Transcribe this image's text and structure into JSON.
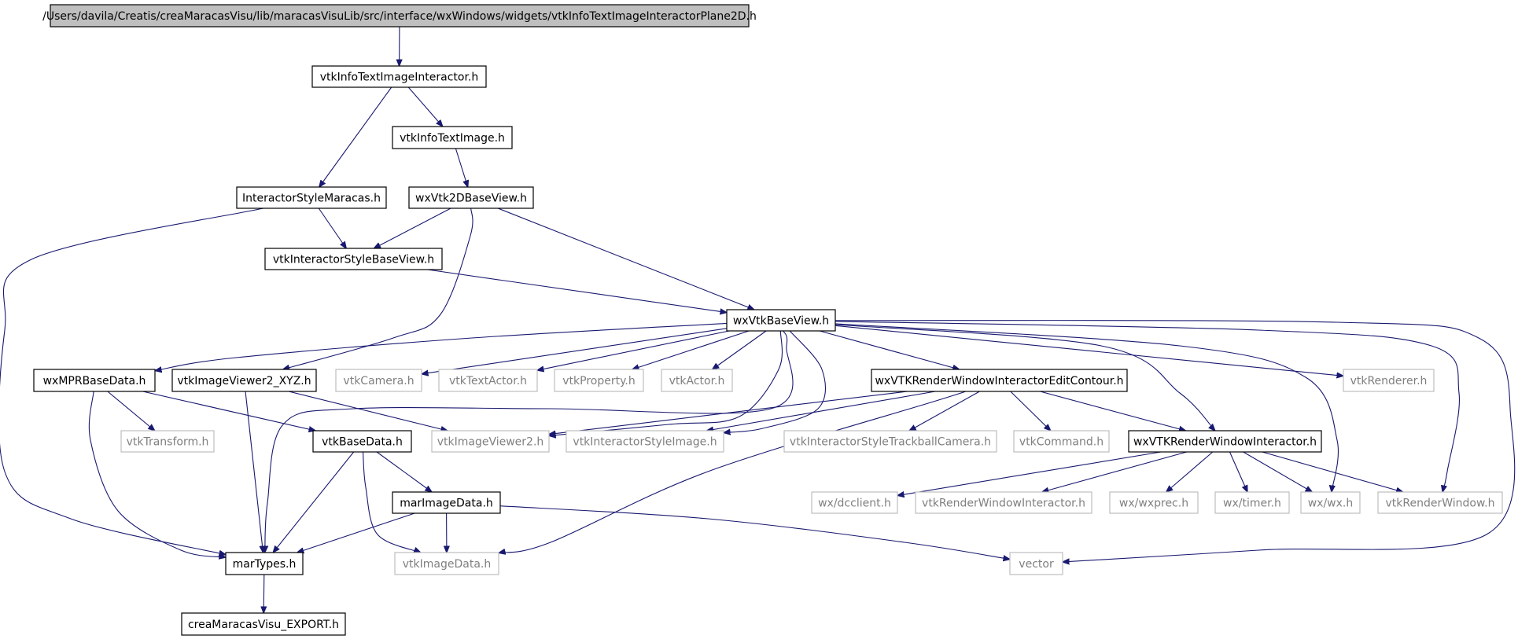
{
  "nodes": [
    {
      "id": "root",
      "label": "/Users/davila/Creatis/creaMaracasVisu/lib/maracasVisuLib/src/interface/wxWindows/widgets/vtkInfoTextImageInteractorPlane2D.h",
      "kind": "root"
    },
    {
      "id": "vtkInfoTextImageInteractor",
      "label": "vtkInfoTextImageInteractor.h",
      "kind": "documented"
    },
    {
      "id": "vtkInfoTextImage",
      "label": "vtkInfoTextImage.h",
      "kind": "documented"
    },
    {
      "id": "InteractorStyleMaracas",
      "label": "InteractorStyleMaracas.h",
      "kind": "documented"
    },
    {
      "id": "wxVtk2DBaseView",
      "label": "wxVtk2DBaseView.h",
      "kind": "documented"
    },
    {
      "id": "vtkInteractorStyleBaseView",
      "label": "vtkInteractorStyleBaseView.h",
      "kind": "documented"
    },
    {
      "id": "wxVtkBaseView",
      "label": "wxVtkBaseView.h",
      "kind": "documented"
    },
    {
      "id": "wxMPRBaseData",
      "label": "wxMPRBaseData.h",
      "kind": "documented"
    },
    {
      "id": "vtkImageViewer2_XYZ",
      "label": "vtkImageViewer2_XYZ.h",
      "kind": "documented"
    },
    {
      "id": "vtkCamera",
      "label": "vtkCamera.h",
      "kind": "external"
    },
    {
      "id": "vtkTextActor",
      "label": "vtkTextActor.h",
      "kind": "external"
    },
    {
      "id": "vtkProperty",
      "label": "vtkProperty.h",
      "kind": "external"
    },
    {
      "id": "vtkActor",
      "label": "vtkActor.h",
      "kind": "external"
    },
    {
      "id": "wxVTKRenderWindowInteractorEditContour",
      "label": "wxVTKRenderWindowInteractorEditContour.h",
      "kind": "documented"
    },
    {
      "id": "vtkRenderer",
      "label": "vtkRenderer.h",
      "kind": "external"
    },
    {
      "id": "vtkTransform",
      "label": "vtkTransform.h",
      "kind": "external"
    },
    {
      "id": "vtkBaseData",
      "label": "vtkBaseData.h",
      "kind": "documented"
    },
    {
      "id": "vtkImageViewer2",
      "label": "vtkImageViewer2.h",
      "kind": "external"
    },
    {
      "id": "vtkInteractorStyleImage",
      "label": "vtkInteractorStyleImage.h",
      "kind": "external"
    },
    {
      "id": "vtkInteractorStyleTrackballCamera",
      "label": "vtkInteractorStyleTrackballCamera.h",
      "kind": "external"
    },
    {
      "id": "vtkCommand",
      "label": "vtkCommand.h",
      "kind": "external"
    },
    {
      "id": "wxVTKRenderWindowInteractor",
      "label": "wxVTKRenderWindowInteractor.h",
      "kind": "documented"
    },
    {
      "id": "marImageData",
      "label": "marImageData.h",
      "kind": "documented"
    },
    {
      "id": "wxdcclient",
      "label": "wx/dcclient.h",
      "kind": "external"
    },
    {
      "id": "vtkRenderWindowInteractor",
      "label": "vtkRenderWindowInteractor.h",
      "kind": "external"
    },
    {
      "id": "wxwxprec",
      "label": "wx/wxprec.h",
      "kind": "external"
    },
    {
      "id": "wxtimer",
      "label": "wx/timer.h",
      "kind": "external"
    },
    {
      "id": "wxwx",
      "label": "wx/wx.h",
      "kind": "external"
    },
    {
      "id": "vtkRenderWindow",
      "label": "vtkRenderWindow.h",
      "kind": "external"
    },
    {
      "id": "marTypes",
      "label": "marTypes.h",
      "kind": "documented"
    },
    {
      "id": "vtkImageData",
      "label": "vtkImageData.h",
      "kind": "external"
    },
    {
      "id": "vector",
      "label": "vector",
      "kind": "external"
    },
    {
      "id": "creaMaracasVisu_EXPORT",
      "label": "creaMaracasVisu_EXPORT.h",
      "kind": "documented"
    }
  ],
  "edges": [
    [
      "root",
      "vtkInfoTextImageInteractor"
    ],
    [
      "vtkInfoTextImageInteractor",
      "vtkInfoTextImage"
    ],
    [
      "vtkInfoTextImageInteractor",
      "InteractorStyleMaracas"
    ],
    [
      "vtkInfoTextImage",
      "wxVtk2DBaseView"
    ],
    [
      "InteractorStyleMaracas",
      "vtkInteractorStyleBaseView"
    ],
    [
      "InteractorStyleMaracas",
      "marTypes"
    ],
    [
      "wxVtk2DBaseView",
      "vtkInteractorStyleBaseView"
    ],
    [
      "wxVtk2DBaseView",
      "wxVtkBaseView"
    ],
    [
      "wxVtk2DBaseView",
      "vtkImageViewer2_XYZ"
    ],
    [
      "vtkInteractorStyleBaseView",
      "wxVtkBaseView"
    ],
    [
      "wxVtkBaseView",
      "wxMPRBaseData"
    ],
    [
      "wxVtkBaseView",
      "vtkCamera"
    ],
    [
      "wxVtkBaseView",
      "vtkTextActor"
    ],
    [
      "wxVtkBaseView",
      "vtkProperty"
    ],
    [
      "wxVtkBaseView",
      "vtkActor"
    ],
    [
      "wxVtkBaseView",
      "vtkImageViewer2"
    ],
    [
      "wxVtkBaseView",
      "vtkInteractorStyleImage"
    ],
    [
      "wxVtkBaseView",
      "wxVTKRenderWindowInteractorEditContour"
    ],
    [
      "wxVtkBaseView",
      "wxVTKRenderWindowInteractor"
    ],
    [
      "wxVtkBaseView",
      "vtkRenderer"
    ],
    [
      "wxVtkBaseView",
      "wxwx"
    ],
    [
      "wxVtkBaseView",
      "vtkRenderWindow"
    ],
    [
      "wxVtkBaseView",
      "vector"
    ],
    [
      "wxVtkBaseView",
      "marTypes"
    ],
    [
      "wxMPRBaseData",
      "vtkTransform"
    ],
    [
      "wxMPRBaseData",
      "vtkBaseData"
    ],
    [
      "wxMPRBaseData",
      "marTypes"
    ],
    [
      "vtkImageViewer2_XYZ",
      "vtkImageViewer2"
    ],
    [
      "vtkImageViewer2_XYZ",
      "marTypes"
    ],
    [
      "wxVTKRenderWindowInteractorEditContour",
      "vtkImageViewer2"
    ],
    [
      "wxVTKRenderWindowInteractorEditContour",
      "vtkInteractorStyleImage"
    ],
    [
      "wxVTKRenderWindowInteractorEditContour",
      "vtkInteractorStyleTrackballCamera"
    ],
    [
      "wxVTKRenderWindowInteractorEditContour",
      "vtkCommand"
    ],
    [
      "wxVTKRenderWindowInteractorEditContour",
      "wxVTKRenderWindowInteractor"
    ],
    [
      "wxVTKRenderWindowInteractorEditContour",
      "vtkImageData"
    ],
    [
      "vtkBaseData",
      "marImageData"
    ],
    [
      "vtkBaseData",
      "marTypes"
    ],
    [
      "vtkBaseData",
      "vtkImageData"
    ],
    [
      "wxVTKRenderWindowInteractor",
      "wxdcclient"
    ],
    [
      "wxVTKRenderWindowInteractor",
      "vtkRenderWindowInteractor"
    ],
    [
      "wxVTKRenderWindowInteractor",
      "wxwxprec"
    ],
    [
      "wxVTKRenderWindowInteractor",
      "wxtimer"
    ],
    [
      "wxVTKRenderWindowInteractor",
      "wxwx"
    ],
    [
      "wxVTKRenderWindowInteractor",
      "vtkRenderWindow"
    ],
    [
      "marImageData",
      "marTypes"
    ],
    [
      "marImageData",
      "vtkImageData"
    ],
    [
      "marImageData",
      "vector"
    ],
    [
      "marTypes",
      "creaMaracasVisu_EXPORT"
    ]
  ]
}
